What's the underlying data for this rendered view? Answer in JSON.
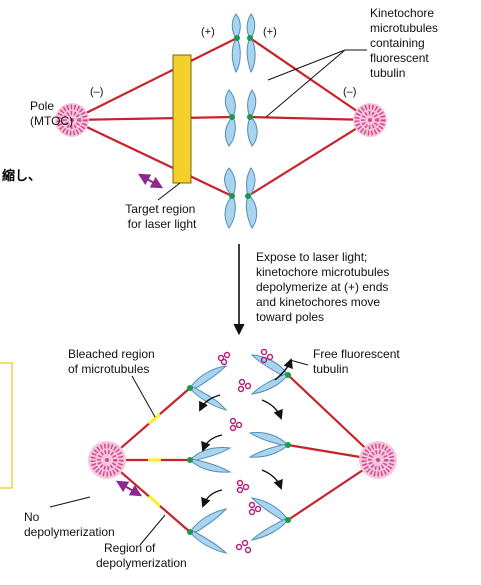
{
  "labels": {
    "kinetochore_mt": [
      "Kinetochore",
      "microtubules",
      "containing",
      "fluorescent",
      "tubulin"
    ],
    "pole": [
      "Pole",
      "(MTOC)"
    ],
    "target": [
      "Target region",
      "for laser light"
    ],
    "step": [
      "Expose to laser light;",
      "kinetochore microtubules",
      "depolymerize at (+) ends",
      "and kinetochores move",
      "toward poles"
    ],
    "bleached": [
      "Bleached region",
      "of microtubules"
    ],
    "free_tubulin": [
      "Free fluorescent",
      "tubulin"
    ],
    "no_depoly": [
      "No",
      "depolymerization"
    ],
    "region_depoly": [
      "Region of",
      "depolymerization"
    ],
    "minus": "(–)",
    "plus": "(+)",
    "japanese_fragment": "縮し、"
  },
  "colors": {
    "microtubule": "#c8222a",
    "chromosome": "#a9d3ee",
    "kinetochore": "#1a9a48",
    "laser_target": "#f4d02c",
    "bleached": "#ffef2a",
    "pole": "#d9468f",
    "tubulin": "#b0237c",
    "double_arrow": "#8b2a8e",
    "side_box_border": "#f0d24a"
  }
}
